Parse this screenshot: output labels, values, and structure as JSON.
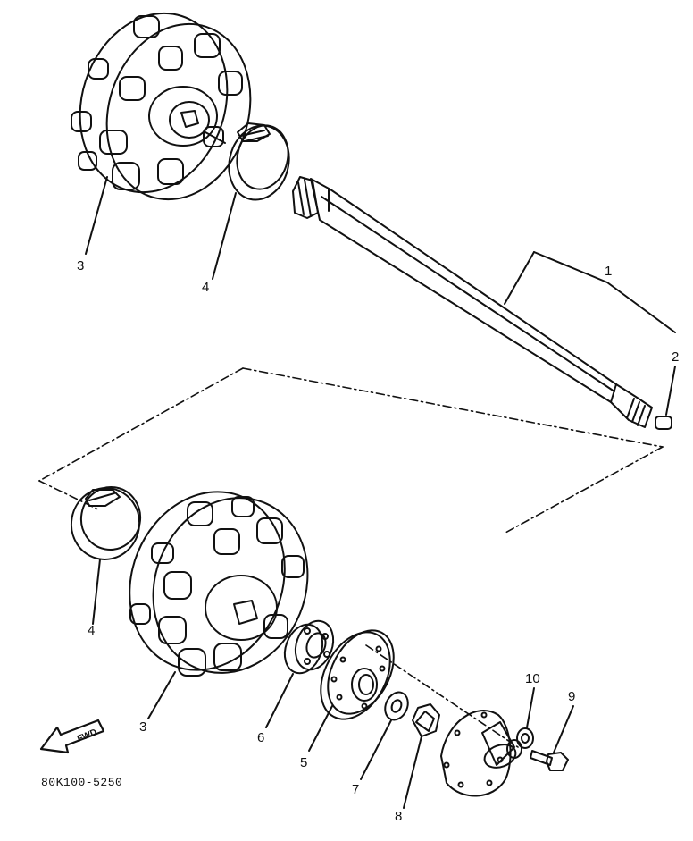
{
  "callouts": {
    "c1": "1",
    "c2": "2",
    "c3_top": "3",
    "c4_top": "4",
    "c4_bottom": "4",
    "c3_bottom": "3",
    "c5": "5",
    "c6": "6",
    "c7": "7",
    "c8": "8",
    "c9": "9",
    "c10": "10"
  },
  "fwd_label": "FWD",
  "diagram_code": "80K100-5250",
  "colors": {
    "ink": "#111111",
    "paper": "#ffffff"
  }
}
